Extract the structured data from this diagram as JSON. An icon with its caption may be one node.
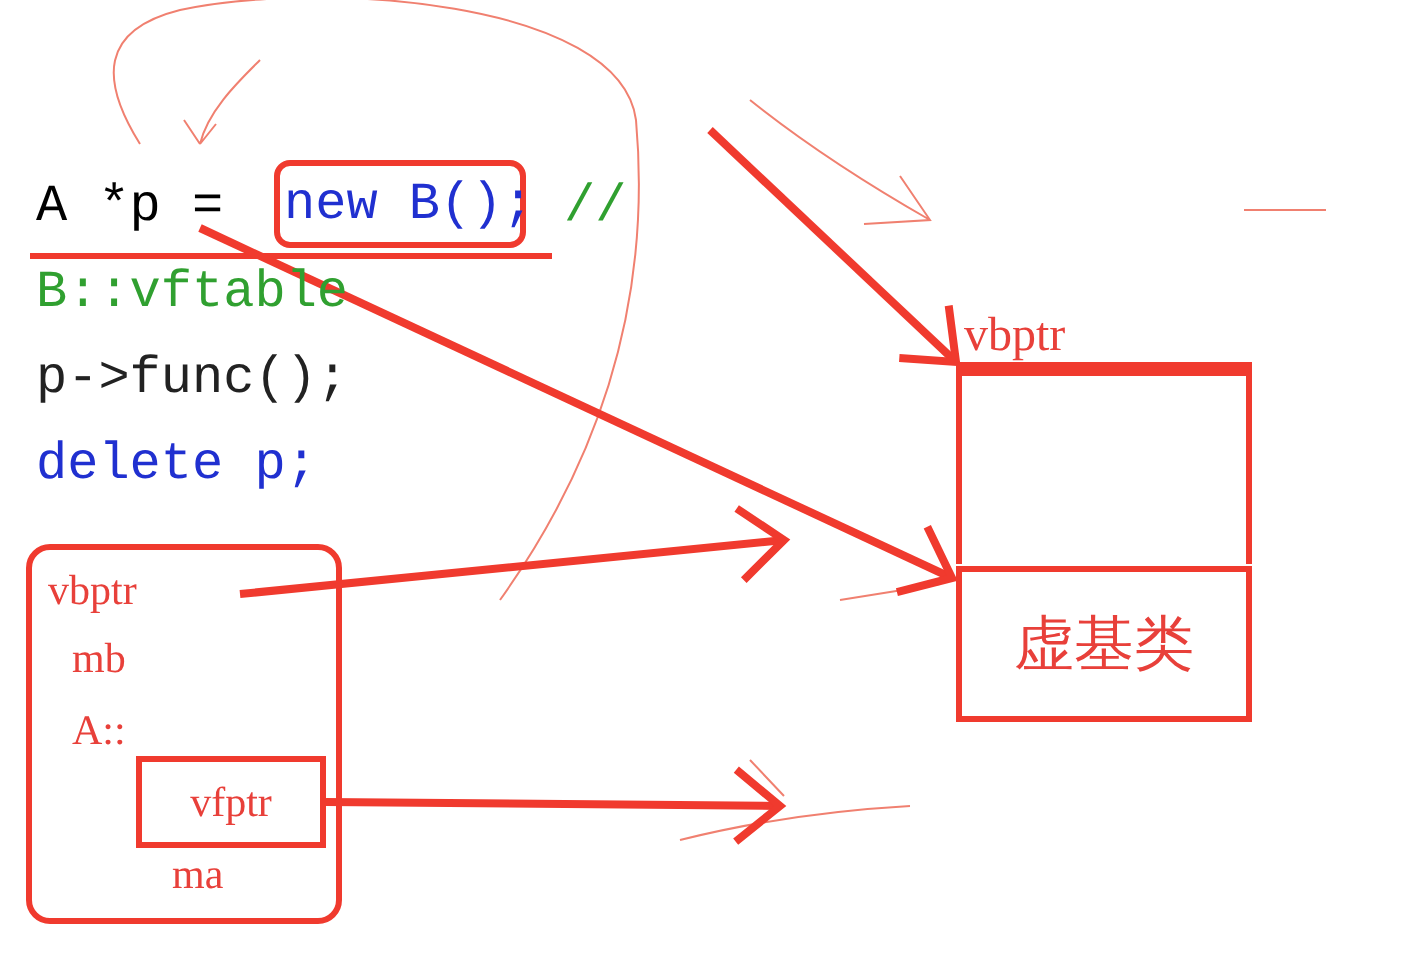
{
  "diagram": {
    "nodes": [
      {
        "text": [
          "A *p ="
        ]
      },
      {
        "text": [
          "new B();"
        ]
      },
      {
        "text": [
          "vbptr"
        ]
      },
      {
        "text": [
          "虚基类"
        ]
      },
      {
        "text": [
          "vbptr",
          "mb",
          "A::",
          "ma"
        ]
      },
      {
        "text": [
          "vfptr"
        ],
        "in": 4
      }
    ],
    "edges": [
      {
        "from": null,
        "to": 2,
        "arrow": "to"
      },
      {
        "from": 0,
        "to": 3,
        "arrow": "to"
      },
      {
        "from": 4,
        "to": null,
        "arrow": "to"
      },
      {
        "from": 5,
        "to": null,
        "arrow": "to"
      }
    ],
    "labels": [
      "//",
      "B::vftable",
      "p->func();",
      "delete p;"
    ]
  }
}
